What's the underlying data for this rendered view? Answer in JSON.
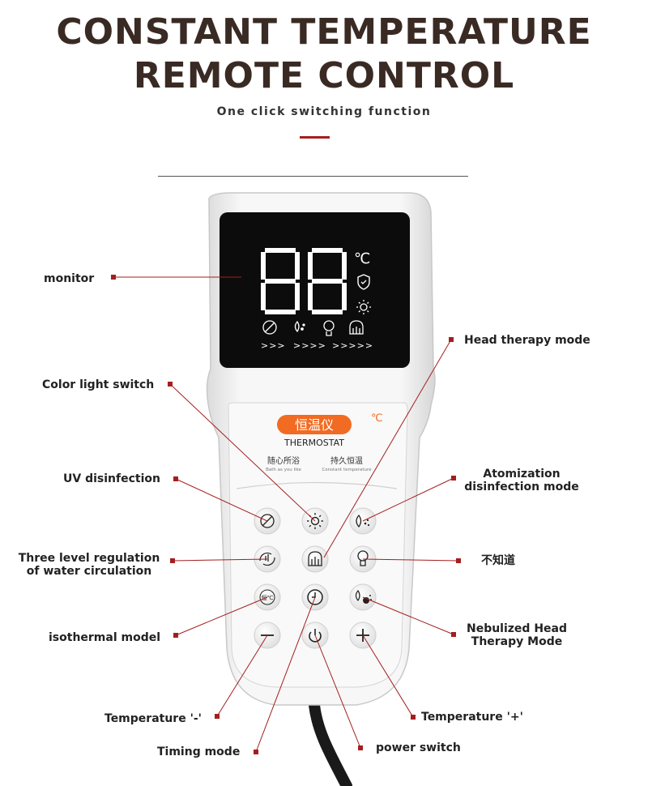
{
  "header": {
    "title_line1": "CONSTANT TEMPERATURE",
    "title_line2": "REMOTE CONTROL",
    "subtitle": "One click switching function"
  },
  "colors": {
    "title": "#3a2a24",
    "accent": "#a51e1e",
    "callout": "#a51e1e",
    "remote_body": "#f4f4f4",
    "screen": "#0c0c0c",
    "brand_badge": "#f26b22"
  },
  "remote": {
    "screen": {
      "unit": "℃",
      "chevrons": [
        ">>>",
        ">>>>",
        ">>>>>"
      ],
      "icons": [
        "uv-icon",
        "atomize-icon",
        "head-icon",
        "circulation-icon",
        "shield-icon",
        "sun-icon"
      ]
    },
    "brand_badge": "恒温仪",
    "brand_unit": "℃",
    "brand_name": "THERMOSTAT",
    "slogan_left": "随心所浴",
    "slogan_left_small": "Bath as you like",
    "slogan_right": "持久恒温",
    "slogan_right_small": "Constant temperature",
    "isothermal_button_text": "恒℃"
  },
  "labels": {
    "monitor": "monitor",
    "head_therapy": "Head therapy mode",
    "color_light": "Color light switch",
    "uv": "UV disinfection",
    "atomization_line1": "Atomization",
    "atomization_line2": "disinfection mode",
    "three_level_line1": "Three level regulation",
    "three_level_line2": "of water circulation",
    "unknown": "不知道",
    "isothermal": "isothermal model",
    "nebulized_line1": "Nebulized Head",
    "nebulized_line2": "Therapy Mode",
    "temp_minus": "Temperature '-'",
    "temp_plus": "Temperature '+'",
    "timing": "Timing mode",
    "power": "power switch"
  }
}
